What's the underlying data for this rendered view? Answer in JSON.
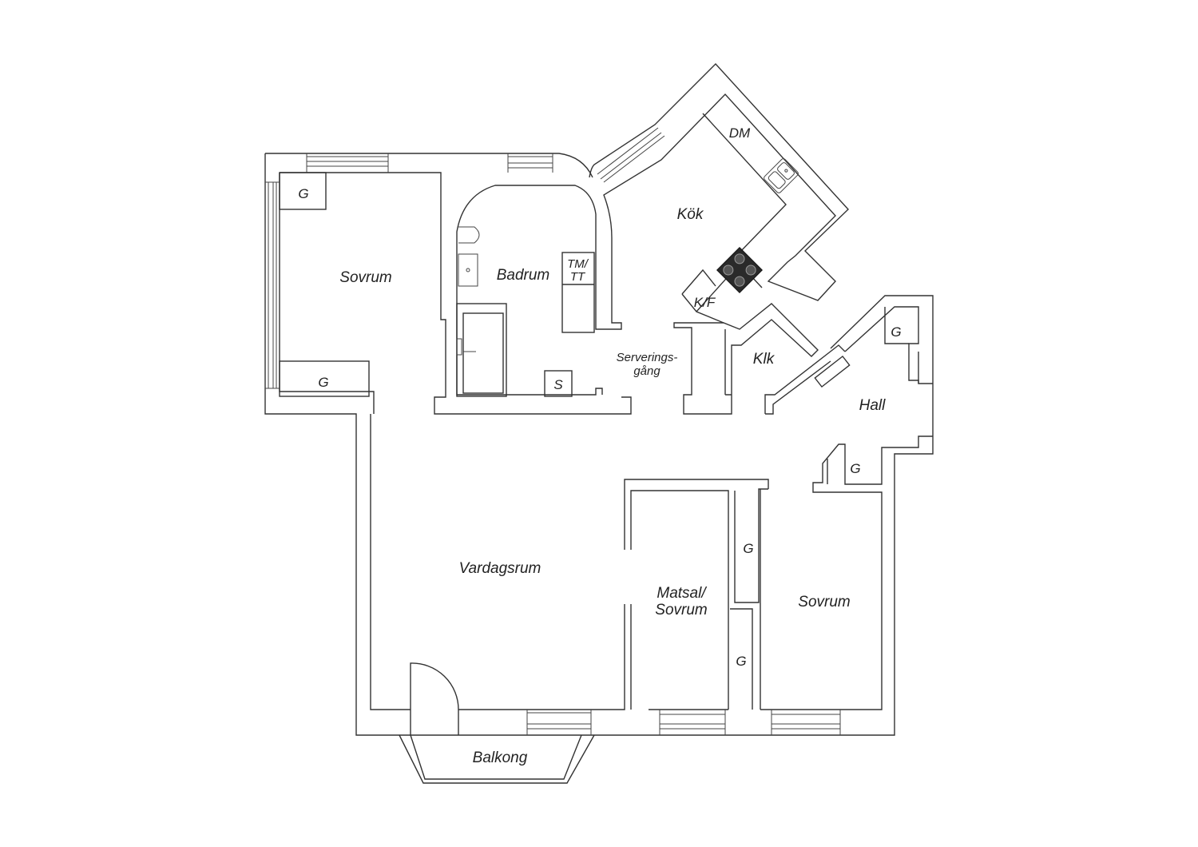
{
  "rooms": {
    "sovrum_left": "Sovrum",
    "badrum": "Badrum",
    "kok": "Kök",
    "serveringsgang_1": "Serverings-",
    "serveringsgang_2": "gång",
    "klk": "Klk",
    "hall": "Hall",
    "vardagsrum": "Vardagsrum",
    "matsal_1": "Matsal/",
    "matsal_2": "Sovrum",
    "sovrum_right": "Sovrum",
    "balkong": "Balkong"
  },
  "fixtures": {
    "garderob": "G",
    "dishwasher": "DM",
    "washer_1": "TM/",
    "washer_2": "TT",
    "fridge": "K/F",
    "storage": "S"
  }
}
